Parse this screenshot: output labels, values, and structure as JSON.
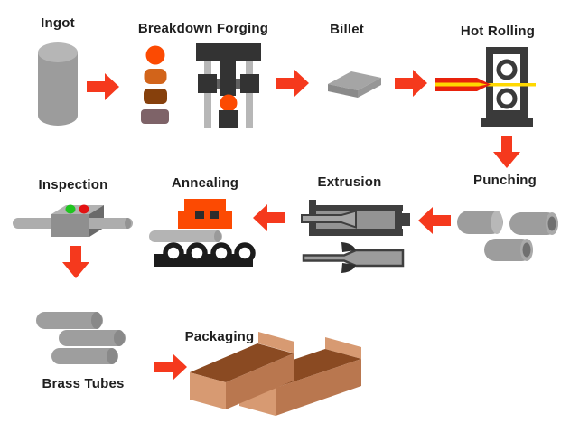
{
  "diagram": {
    "title": "Brass tube manufacturing process flow",
    "steps": [
      {
        "label": "Ingot"
      },
      {
        "label": "Breakdown Forging"
      },
      {
        "label": "Billet"
      },
      {
        "label": "Hot Rolling"
      },
      {
        "label": "Punching"
      },
      {
        "label": "Extrusion"
      },
      {
        "label": "Annealing"
      },
      {
        "label": "Inspection"
      },
      {
        "label": "Brass Tubes"
      },
      {
        "label": "Packaging"
      }
    ],
    "flow_order": [
      "Ingot",
      "Breakdown Forging",
      "Billet",
      "Hot Rolling",
      "Punching",
      "Extrusion",
      "Annealing",
      "Inspection",
      "Brass Tubes",
      "Packaging"
    ],
    "icons": [
      "ingot-cylinder-icon",
      "heated-stack-icon",
      "forging-press-icon",
      "billet-slab-icon",
      "rolling-mill-icon",
      "punched-shells-icon",
      "extrusion-press-icon",
      "extrusion-die-icon",
      "annealing-furnace-icon",
      "inspection-gauge-icon",
      "brass-tubes-icon",
      "packaging-boxes-icon",
      "flow-arrow-icon"
    ],
    "colors": {
      "arrow": "#f5391d",
      "text": "#1f1f1f",
      "hot-orange": "#fc4a02",
      "burnt-orange": "#d2641a",
      "brown": "#86400c",
      "taupe": "#7e6368",
      "steel-dark": "#333333",
      "steel-mid": "#9b9b9b",
      "steel-light": "#b7b7b7",
      "strip-red": "#e8220c",
      "strip-yellow": "#ffd800",
      "light-green": "#1fc51f",
      "light-red": "#e31212",
      "carton-light": "#d79a72",
      "carton-mid": "#b9774f",
      "carton-dark": "#8a4a22",
      "background": "#ffffff"
    }
  }
}
